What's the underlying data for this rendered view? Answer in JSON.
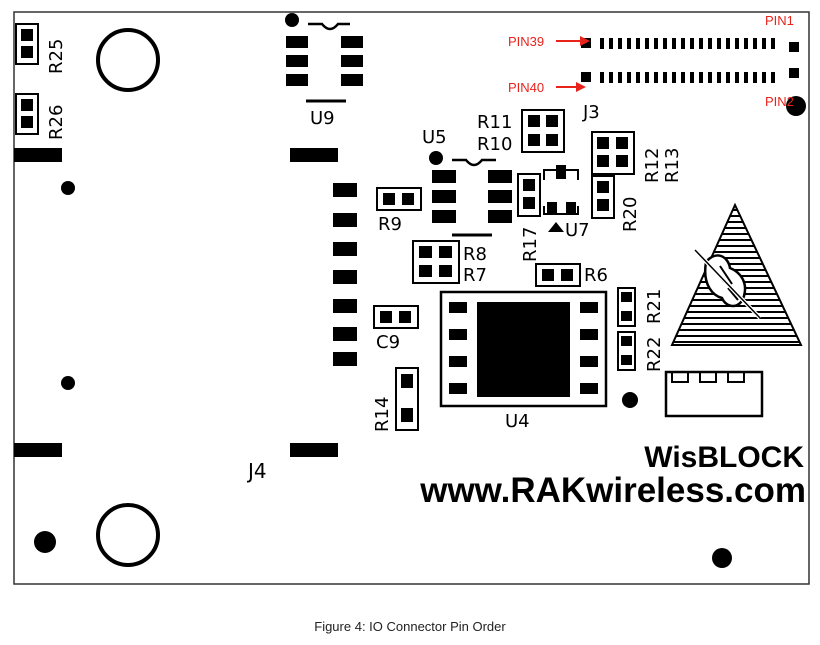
{
  "caption": "Figure 4: IO Connector Pin Order",
  "pin_labels": {
    "pin1": "PIN1",
    "pin2": "PIN2",
    "pin39": "PIN39",
    "pin40": "PIN40"
  },
  "designators": {
    "r25": "R25",
    "r26": "R26",
    "u9": "U9",
    "u5": "U5",
    "u7": "U7",
    "u4": "U4",
    "r11": "R11",
    "r10": "R10",
    "j3": "J3",
    "r12": "R12",
    "r13": "R13",
    "r20": "R20",
    "r9": "R9",
    "r17": "R17",
    "r8": "R8",
    "r7": "R7",
    "r6": "R6",
    "r21": "R21",
    "r22": "R22",
    "c9": "C9",
    "r14": "R14",
    "j4": "J4"
  },
  "branding": {
    "product": "WisBLOCK",
    "website": "www.RAKwireless.com"
  },
  "colors": {
    "silkscreen": "#000000",
    "board": "#ffffff",
    "annotation": "#e8231c"
  },
  "icons": [
    "esd-warning-icon",
    "pin1-marker-dot"
  ]
}
